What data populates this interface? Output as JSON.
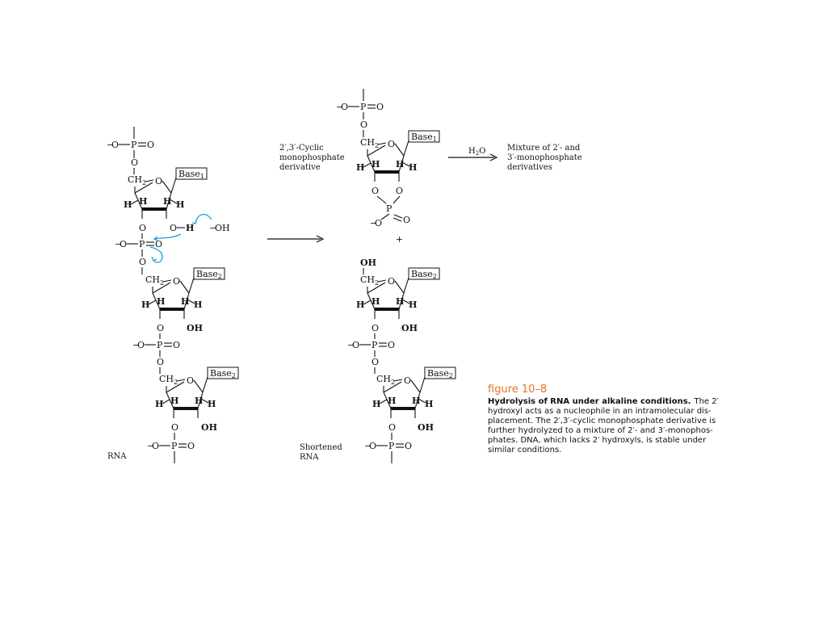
{
  "labels": {
    "base1": "Base",
    "base1_sub": "1",
    "base2": "Base",
    "base2_sub": "2",
    "h": "H",
    "o": "O",
    "p": "P",
    "oh": "OH",
    "hydroxide": "OH",
    "ch2": "CH",
    "ch2_sub": "2",
    "minus": "−",
    "eq": "=",
    "plus": "+",
    "water": "H",
    "water_sub": "2",
    "water_o": "O"
  },
  "text": {
    "rna": "RNA",
    "shortened_line1": "Shortened",
    "shortened_line2": "RNA",
    "cyclic_line1": "2′,3′-Cyclic",
    "cyclic_line2": "monophosphate",
    "cyclic_line3": "derivative",
    "mixture_line1": "Mixture of 2′- and",
    "mixture_line2": "3′-monophosphate",
    "mixture_line3": "derivatives"
  },
  "caption": {
    "title": "figure 10–8",
    "bold": "Hydrolysis of RNA under alkaline conditions.",
    "line1_rest": "The 2′",
    "line2": "hydroxyl acts as a nucleophile in an intramolecular dis-",
    "line3": "placement. The 2′,3′-cyclic monophosphate derivative is",
    "line4": "further hydrolyzed to a mixture of 2′- and 3′-monophos-",
    "line5": "phates. DNA, which lacks 2′ hydroxyls, is stable under",
    "line6": "similar conditions."
  },
  "colors": {
    "title": "#e8732a",
    "arrows": "#1aa0d8"
  }
}
